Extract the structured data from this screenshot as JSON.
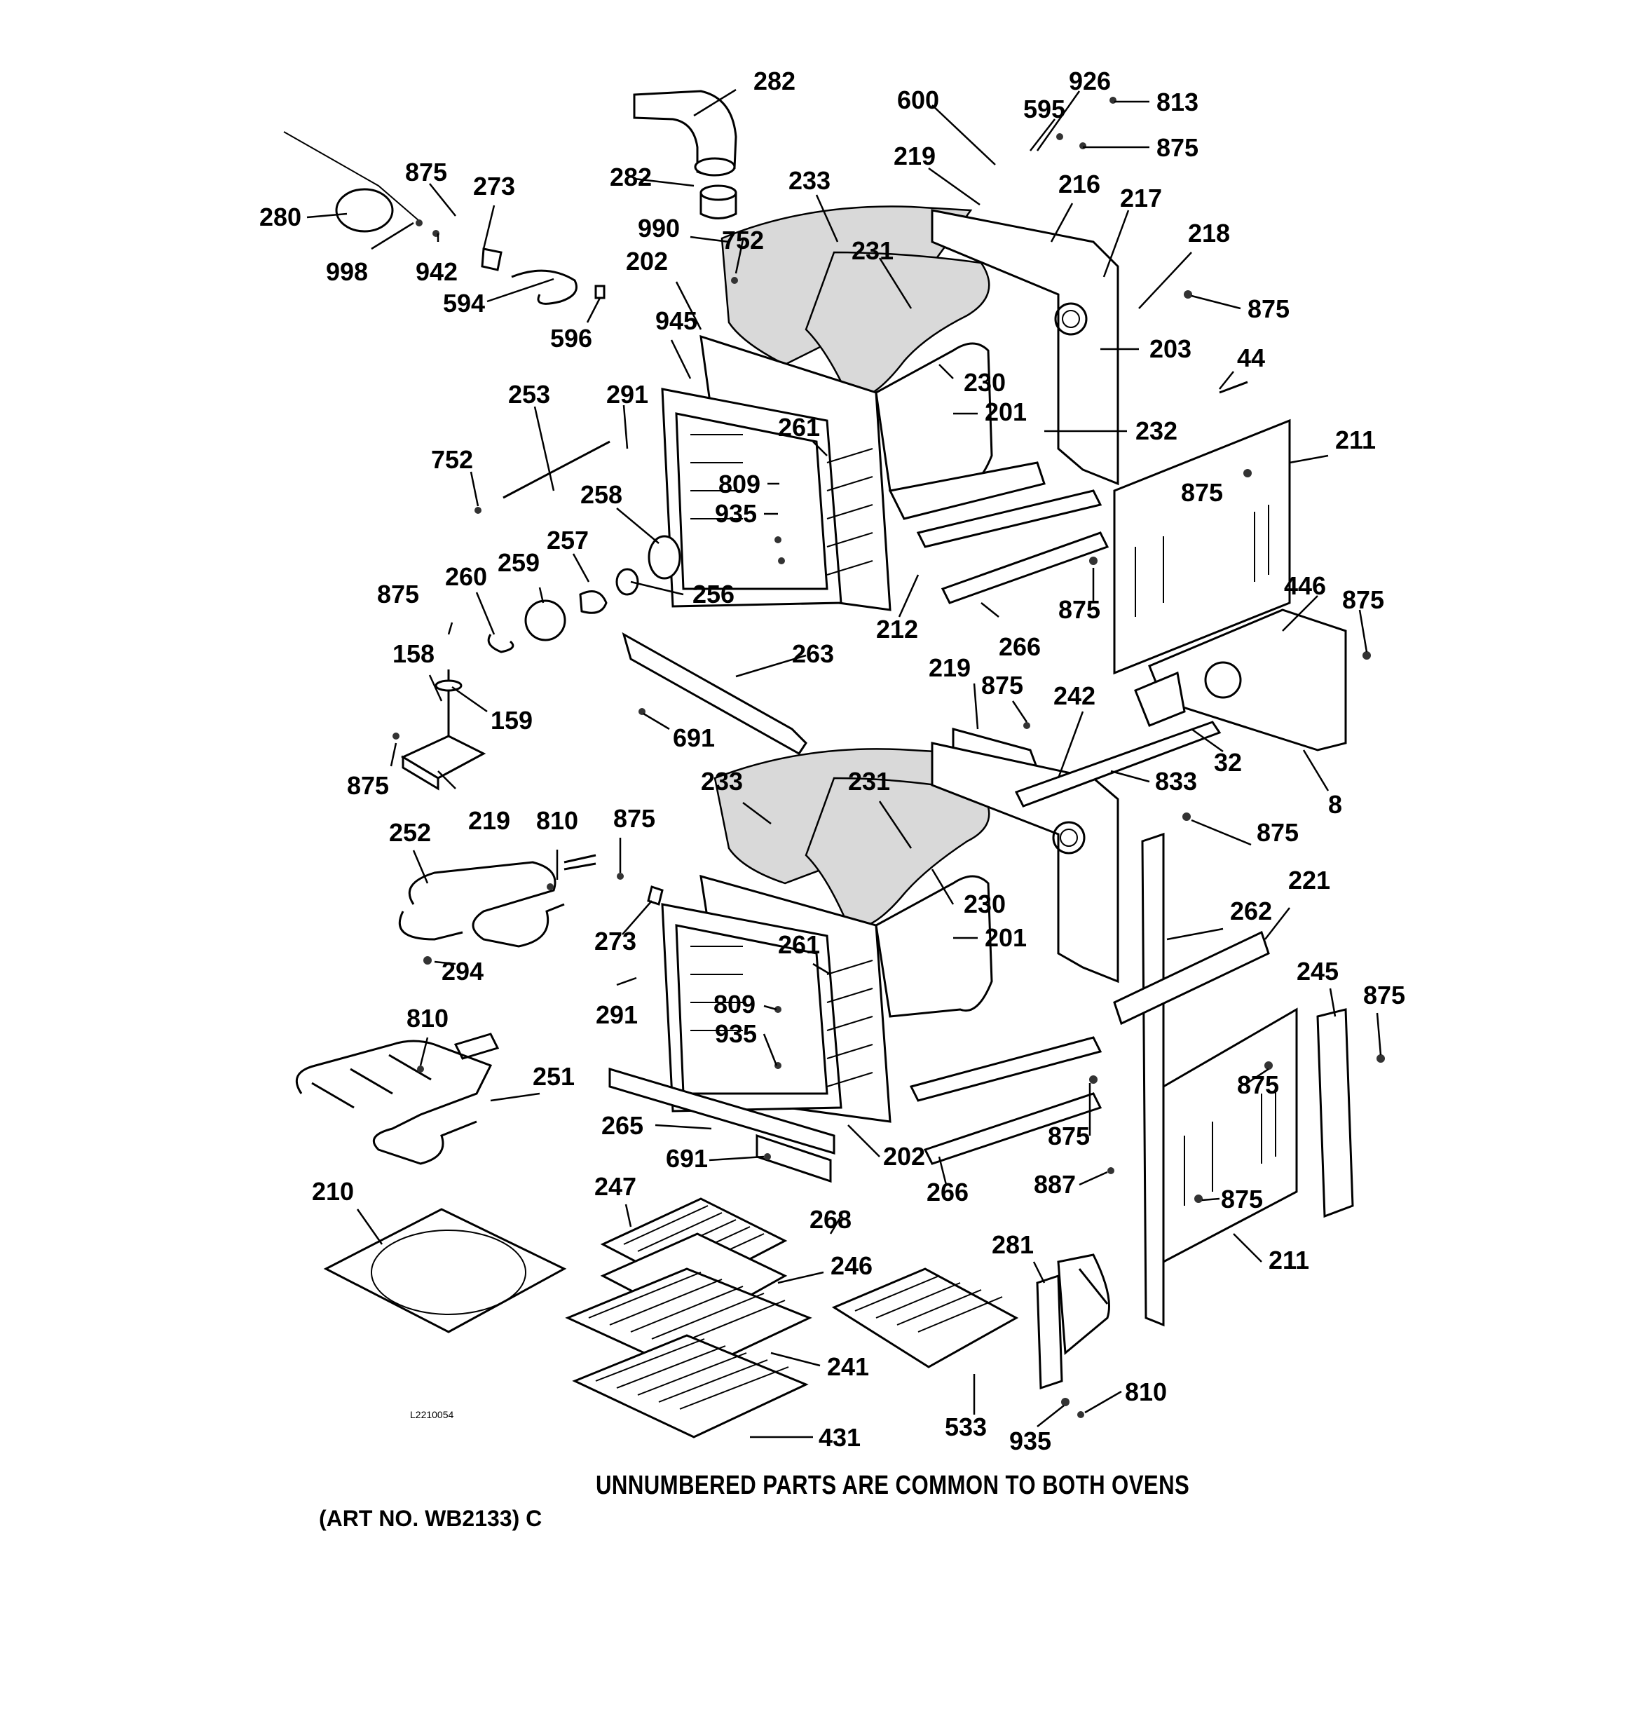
{
  "footer": {
    "note": "UNNUMBERED PARTS ARE COMMON TO BOTH OVENS",
    "art_number": "(ART NO. WB2133) C"
  },
  "figure_code": "L2210054",
  "part_labels": [
    "282",
    "282",
    "990",
    "752",
    "233",
    "231",
    "202",
    "945",
    "600",
    "219",
    "926",
    "595",
    "813",
    "875",
    "216",
    "217",
    "218",
    "875",
    "203",
    "44",
    "230",
    "201",
    "232",
    "211",
    "875",
    "291",
    "261",
    "809",
    "935",
    "253",
    "752",
    "258",
    "257",
    "256",
    "212",
    "266",
    "875",
    "446",
    "875",
    "280",
    "998",
    "942",
    "875",
    "273",
    "594",
    "596",
    "260",
    "259",
    "875",
    "158",
    "159",
    "875",
    "219",
    "263",
    "691",
    "219",
    "875",
    "242",
    "32",
    "833",
    "8",
    "233",
    "231",
    "230",
    "201",
    "875",
    "262",
    "221",
    "252",
    "810",
    "875",
    "273",
    "294",
    "261",
    "291",
    "809",
    "935",
    "245",
    "875",
    "810",
    "251",
    "875",
    "265",
    "691",
    "202",
    "266",
    "875",
    "887",
    "875",
    "211",
    "210",
    "247",
    "268",
    "246",
    "241",
    "281",
    "533",
    "810",
    "935",
    "431"
  ]
}
